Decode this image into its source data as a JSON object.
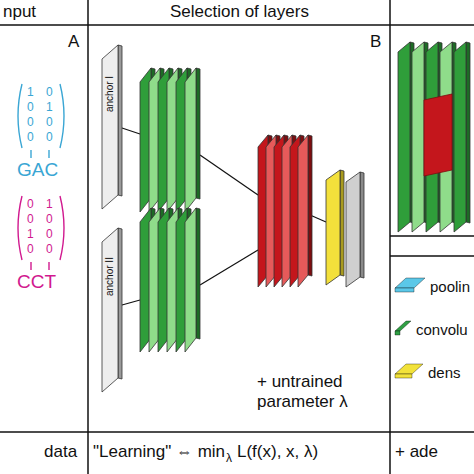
{
  "diagram": {
    "labels": [
      "nput",
      "Selection of layers",
      "A",
      "1 0",
      "0 1",
      "0 0",
      "0 0",
      "GAC",
      "0 1",
      "0 0",
      "1 0",
      "0 0",
      "CCT",
      "B",
      "anchor I",
      "anchor II",
      "+ untrained parameter λ",
      "data",
      "\"Learning\" ⇔ min",
      "λ",
      "L(f(x), x, λ)",
      "+ ade"
    ],
    "legend": [
      {
        "text": "poolin",
        "color": "#5bc8e8"
      },
      {
        "text": "convolu",
        "color": "#2fa044"
      },
      {
        "text": "dens",
        "color": "#f2e23a"
      }
    ]
  }
}
